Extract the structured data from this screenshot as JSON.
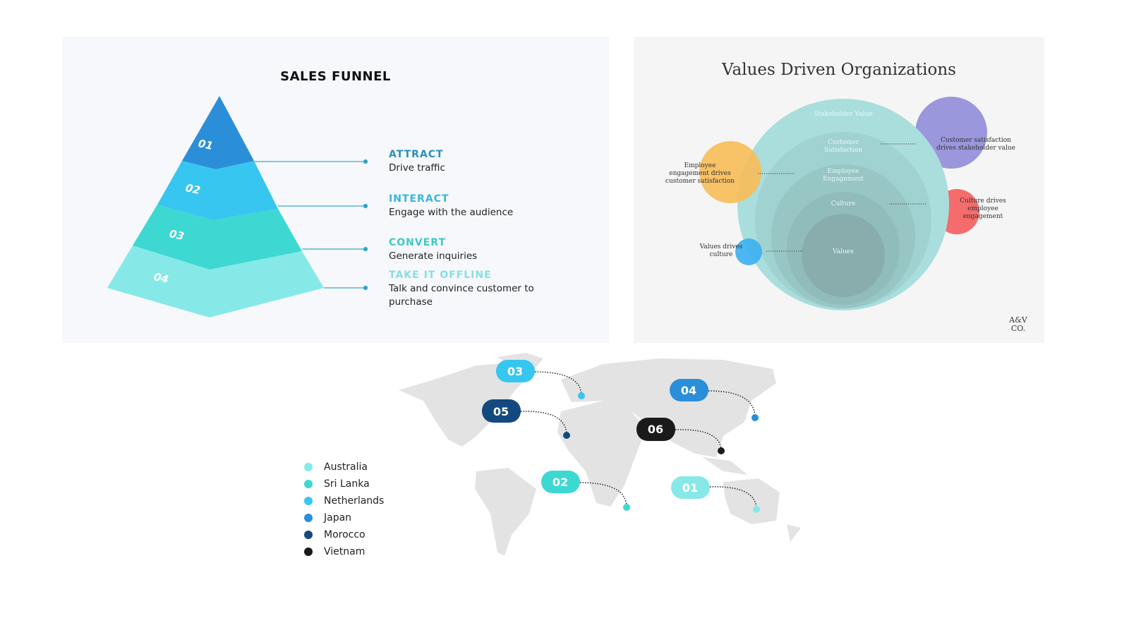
{
  "funnel": {
    "title": "SALES FUNNEL",
    "levels": [
      {
        "num": "01",
        "title": "ATTRACT",
        "desc": "Drive traffic",
        "color": "#2a8fd8"
      },
      {
        "num": "02",
        "title": "INTERACT",
        "desc": "Engage with the audience",
        "color": "#37c6ef"
      },
      {
        "num": "03",
        "title": "CONVERT",
        "desc": "Generate inquiries",
        "color": "#3dd8d2"
      },
      {
        "num": "04",
        "title": "TAKE IT OFFLINE",
        "desc": "Talk and convince customer to purchase",
        "color": "#86e9e8"
      }
    ]
  },
  "values": {
    "title": "Values Driven Organizations",
    "rings": [
      "Stakeholder Value",
      "Customer Satisfaction",
      "Employee Engagement",
      "Culture",
      "Values"
    ],
    "callouts": [
      "Employee engagement drives customer satisfaction",
      "Customer satisfaction drives stakeholder value",
      "Culture drives employee engagement",
      "Values drives culture"
    ],
    "logo": "A&V CO."
  },
  "map": {
    "pins": [
      {
        "num": "01",
        "color": "#86e9e8",
        "country": "Australia"
      },
      {
        "num": "02",
        "color": "#3dd8d2",
        "country": "Sri Lanka"
      },
      {
        "num": "03",
        "color": "#37c6ef",
        "country": "Netherlands"
      },
      {
        "num": "04",
        "color": "#2a8fd8",
        "country": "Japan"
      },
      {
        "num": "05",
        "color": "#13497e",
        "country": "Morocco"
      },
      {
        "num": "06",
        "color": "#1a1a1a",
        "country": "Vietnam"
      }
    ]
  }
}
